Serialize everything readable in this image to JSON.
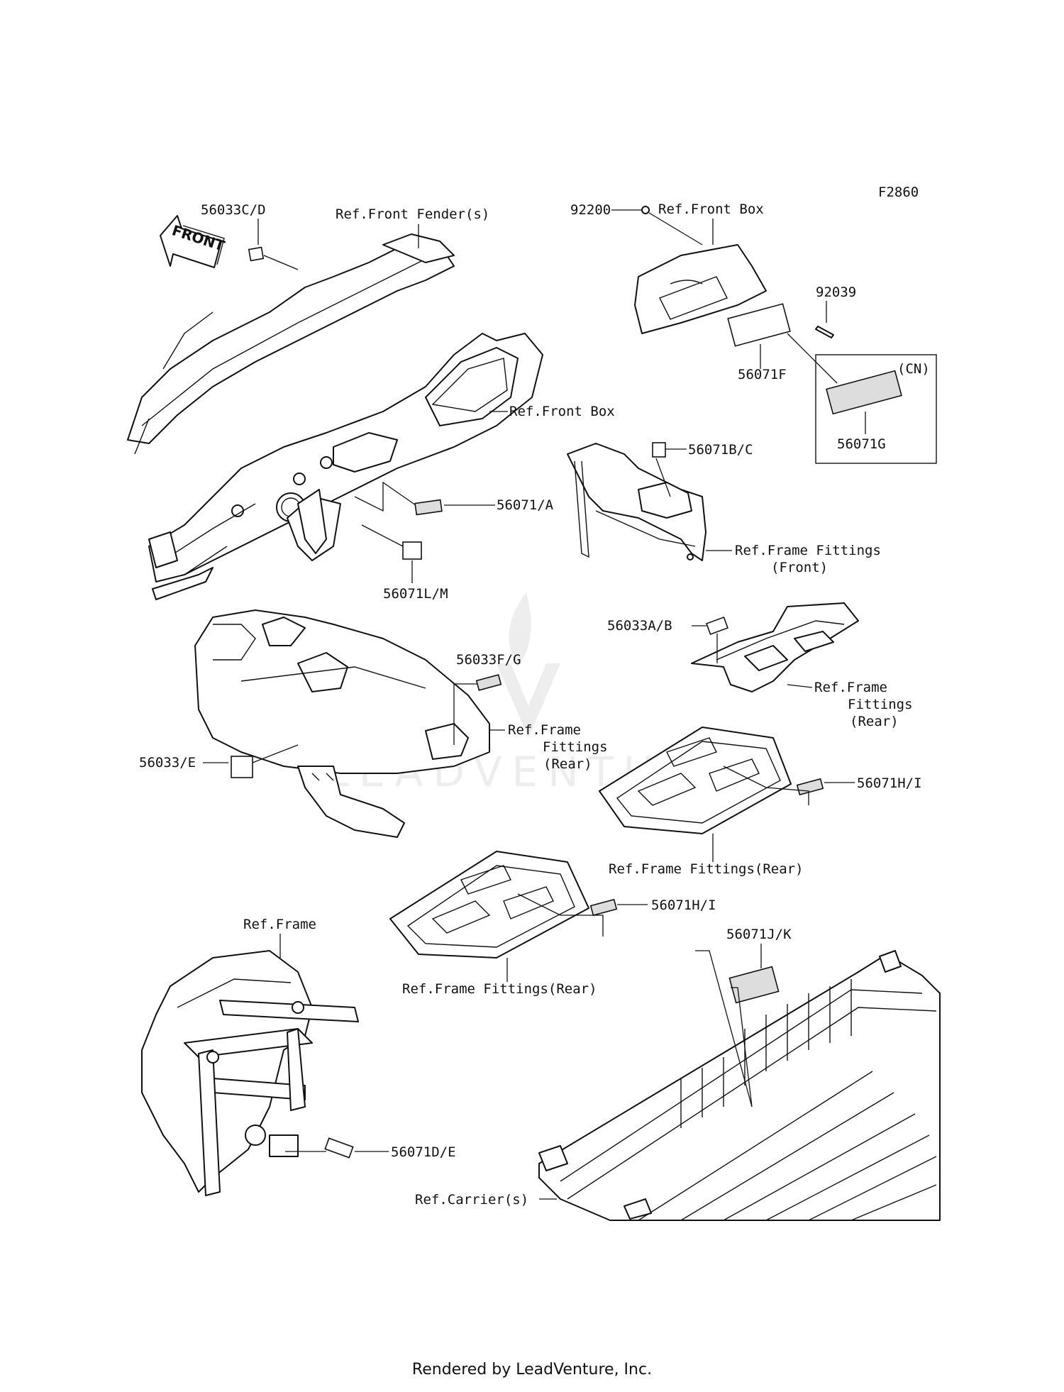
{
  "figure_code": "F2860",
  "direction_arrow": {
    "text": "FRONT"
  },
  "callouts": {
    "c56033CD": "56033C/D",
    "refFrontFender": "Ref.Front Fender(s)",
    "refFrontBoxA": "Ref.Front Box",
    "c92200": "92200",
    "c92039": "92039",
    "c56071F": "56071F",
    "cn": "(CN)",
    "c56071G": "56071G",
    "refFrontBoxB": "Ref.Front Box",
    "c56071BC": "56071B/C",
    "c56071A": "56071/A",
    "refFrameFittingsFront1": "Ref.Frame Fittings",
    "refFrameFittingsFront2": "(Front)",
    "c56071LM": "56071L/M",
    "c56033AB": "56033A/B",
    "c56033FG": "56033F/G",
    "refFrameFittingsRearA1": "Ref.Frame",
    "refFrameFittingsRearA2": "Fittings",
    "refFrameFittingsRearA3": "(Rear)",
    "refFrameFittingsRearB1": "Ref.Frame",
    "refFrameFittingsRearB2": "Fittings",
    "refFrameFittingsRearB3": "(Rear)",
    "c56033E": "56033/E",
    "c56071HI_a": "56071H/I",
    "refFrameFittingsRearC": "Ref.Frame Fittings(Rear)",
    "c56071HI_b": "56071H/I",
    "refFrame": "Ref.Frame",
    "refFrameFittingsRearD": "Ref.Frame Fittings(Rear)",
    "c56071JK": "56071J/K",
    "c56071DE": "56071D/E",
    "refCarrier": "Ref.Carrier(s)"
  },
  "watermark": "LEADVENTURE",
  "footer": "Rendered by LeadVenture, Inc."
}
